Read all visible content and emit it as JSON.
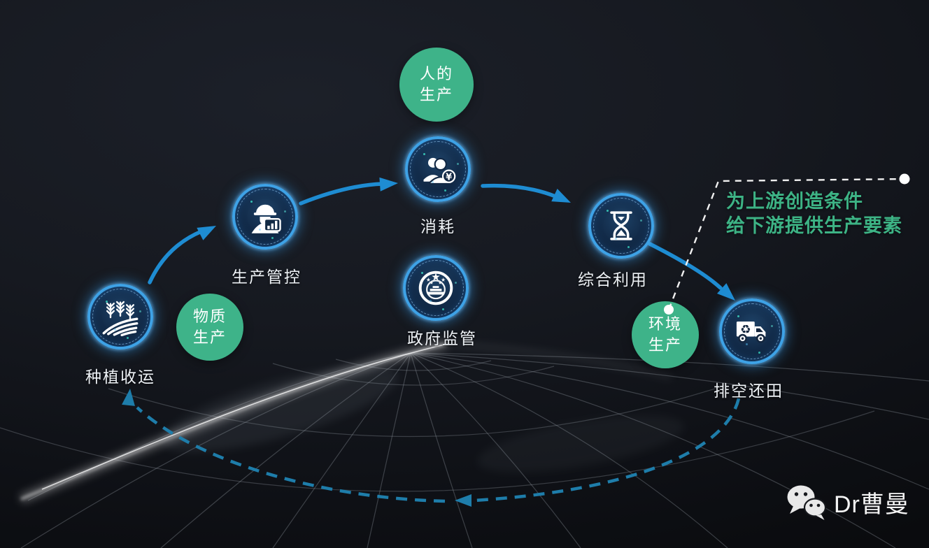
{
  "diagram": {
    "nodes": [
      {
        "id": "planting",
        "label": "种植收运",
        "icon": "wheat-field-icon"
      },
      {
        "id": "control",
        "label": "生产管控",
        "icon": "worker-chart-icon"
      },
      {
        "id": "consumption",
        "label": "消耗",
        "icon": "people-currency-icon"
      },
      {
        "id": "government",
        "label": "政府监管",
        "icon": "government-emblem-icon"
      },
      {
        "id": "utilization",
        "label": "综合利用",
        "icon": "hourglass-icon"
      },
      {
        "id": "discharge",
        "label": "排空还田",
        "icon": "recycle-truck-icon"
      }
    ],
    "badges": [
      {
        "id": "human-production",
        "line1": "人的",
        "line2": "生产"
      },
      {
        "id": "material-production",
        "line1": "物质",
        "line2": "生产"
      },
      {
        "id": "environment-production",
        "line1": "环境",
        "line2": "生产"
      }
    ],
    "annotation": {
      "line1": "为上游创造条件",
      "line2": "给下游提供生产要素"
    },
    "symbols": {
      "yuan": "¥",
      "recycle": "♻"
    },
    "watermark": {
      "brand": "Dr曹曼",
      "icon": "wechat-icon"
    },
    "colors": {
      "background": "#15181f",
      "accent_green": "#3eb389",
      "heading_green": "#3db385",
      "arrow_blue": "#1e8cd2",
      "cycle_teal": "#1e7daa",
      "node_ring_blue": "#3ea2e6"
    }
  }
}
